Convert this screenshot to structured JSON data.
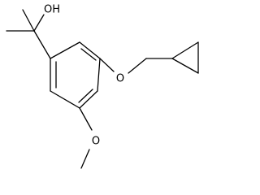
{
  "molecule": {
    "atoms": {
      "hydroxyl": "OH",
      "ether_oxygen_top": "O",
      "ether_oxygen_bottom": "O"
    }
  }
}
